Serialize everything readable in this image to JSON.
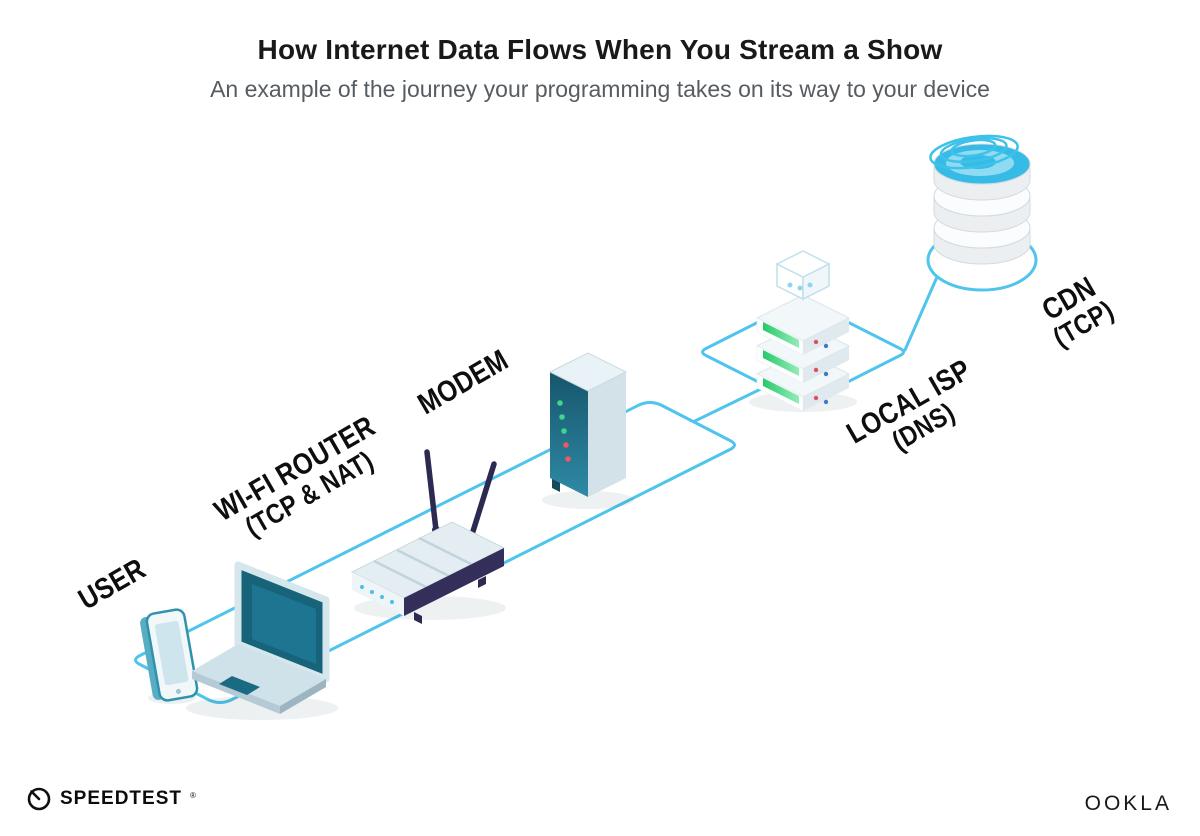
{
  "header": {
    "title": "How Internet Data Flows When You Stream a Show",
    "subtitle": "An example of the journey your programming takes on its way to your device"
  },
  "nodes": [
    {
      "id": "user",
      "icon": "smartphone-laptop-icon",
      "label": "USER",
      "sublabel": ""
    },
    {
      "id": "wifi-router",
      "icon": "wifi-router-icon",
      "label": "WI-FI ROUTER",
      "sublabel": "(TCP & NAT)"
    },
    {
      "id": "modem",
      "icon": "modem-icon",
      "label": "MODEM",
      "sublabel": ""
    },
    {
      "id": "local-isp",
      "icon": "server-rack-icon",
      "label": "LOCAL ISP",
      "sublabel": "(DNS)"
    },
    {
      "id": "cdn",
      "icon": "database-stack-icon",
      "label": "CDN",
      "sublabel": "(TCP)"
    }
  ],
  "footer": {
    "speedtest_wordmark": "SPEEDTEST",
    "speedtest_mark": "®",
    "ookla_wordmark": "OOKLA"
  },
  "colors": {
    "path_accent": "#4fc4ec",
    "device_teal": "#17637a",
    "dark_navy": "#332e5a",
    "led_green": "#3fd68a",
    "led_red": "#ef5666",
    "cdn_cyan": "#2eb6e4",
    "title_text": "#17191b",
    "subtitle_text": "#565c61"
  }
}
